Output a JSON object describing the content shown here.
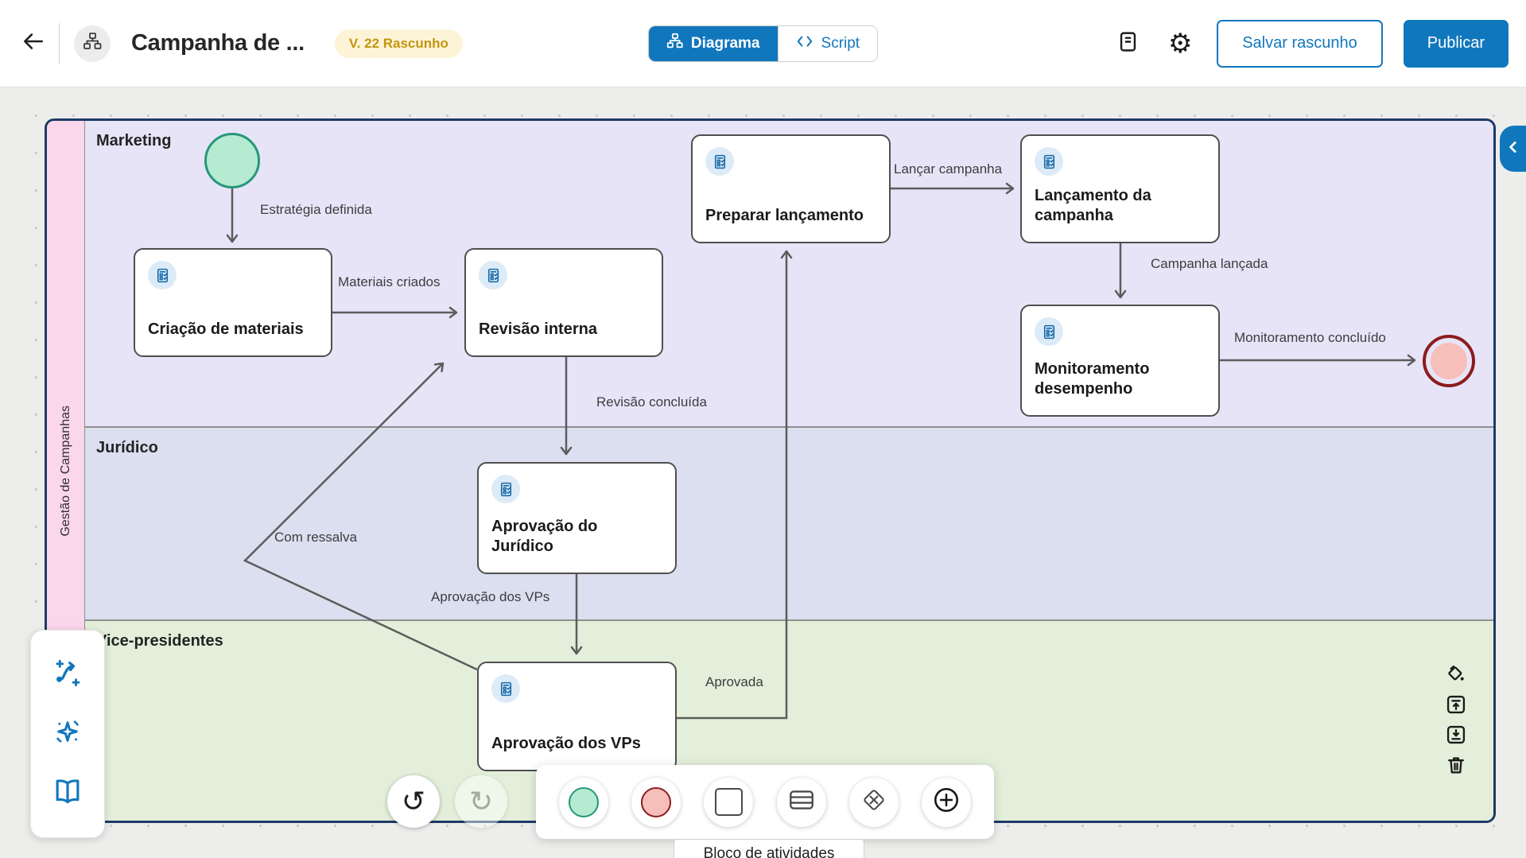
{
  "header": {
    "title": "Campanha de ...",
    "version_badge": "V. 22 Rascunho",
    "toggle": {
      "diagram": "Diagrama",
      "script": "Script"
    },
    "save_draft": "Salvar rascunho",
    "publish": "Publicar"
  },
  "pool": {
    "name": "Gestão de Campanhas",
    "lanes": [
      {
        "label": "Marketing",
        "color": "#e7e4f8"
      },
      {
        "label": "Jurídico",
        "color": "#dbdff0"
      },
      {
        "label": "Vice-presidentes",
        "color": "#e3efda"
      }
    ]
  },
  "tasks": {
    "criacao_materiais": "Criação de materiais",
    "revisao_interna": "Revisão interna",
    "preparar_lancamento": "Preparar lançamento",
    "lancamento_campanha": "Lançamento da campanha",
    "monitoramento_desempenho": "Monitoramento desempenho",
    "aprovacao_juridico": "Aprovação do Jurídico",
    "aprovacao_vps": "Aprovação dos VPs"
  },
  "flows": {
    "estrategia_definida": "Estratégia definida",
    "materiais_criados": "Materiais criados",
    "revisao_concluida": "Revisão concluída",
    "aprovacao_vps": "Aprovação dos VPs",
    "com_ressalva": "Com ressalva",
    "aprovada": "Aprovada",
    "lancar_campanha": "Lançar campanha",
    "campanha_lancada": "Campanha lançada",
    "monitoramento_concluido": "Monitoramento concluído"
  },
  "tooltip": "Bloco de atividades",
  "colors": {
    "accent_blue": "#1177bd",
    "pool_border": "#1d3a66",
    "pool_strip_pink": "#fbd7ec",
    "start_event_fill": "#b5ebd0",
    "start_event_stroke": "#27977a",
    "end_event_fill": "#f7bfba",
    "end_event_stroke": "#8c1c1c",
    "badge_bg": "#fdf4d8",
    "badge_text": "#c1950e",
    "connector": "#5c5c5c"
  }
}
